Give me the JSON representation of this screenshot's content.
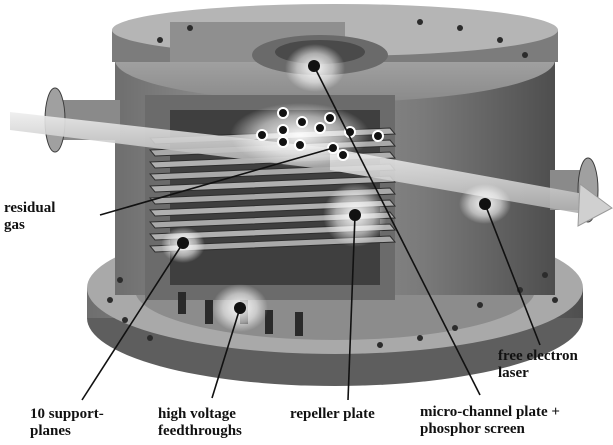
{
  "labels": {
    "residual_gas": [
      "residual",
      "gas"
    ],
    "free_electron_laser": [
      "free electron",
      "laser"
    ],
    "support_planes": [
      "10 support-",
      "planes"
    ],
    "hv_feedthroughs": [
      "high voltage",
      "feedthroughs"
    ],
    "repeller_plate": [
      "repeller plate"
    ],
    "mcp_screen": [
      "micro-channel plate +",
      "phosphor screen"
    ]
  },
  "colors": {
    "metal_dark": "#5a5a5a",
    "metal_mid": "#8a8a8a",
    "metal_light": "#bdbdbd",
    "beam": "#d8d8d8",
    "leader": "#111111"
  }
}
